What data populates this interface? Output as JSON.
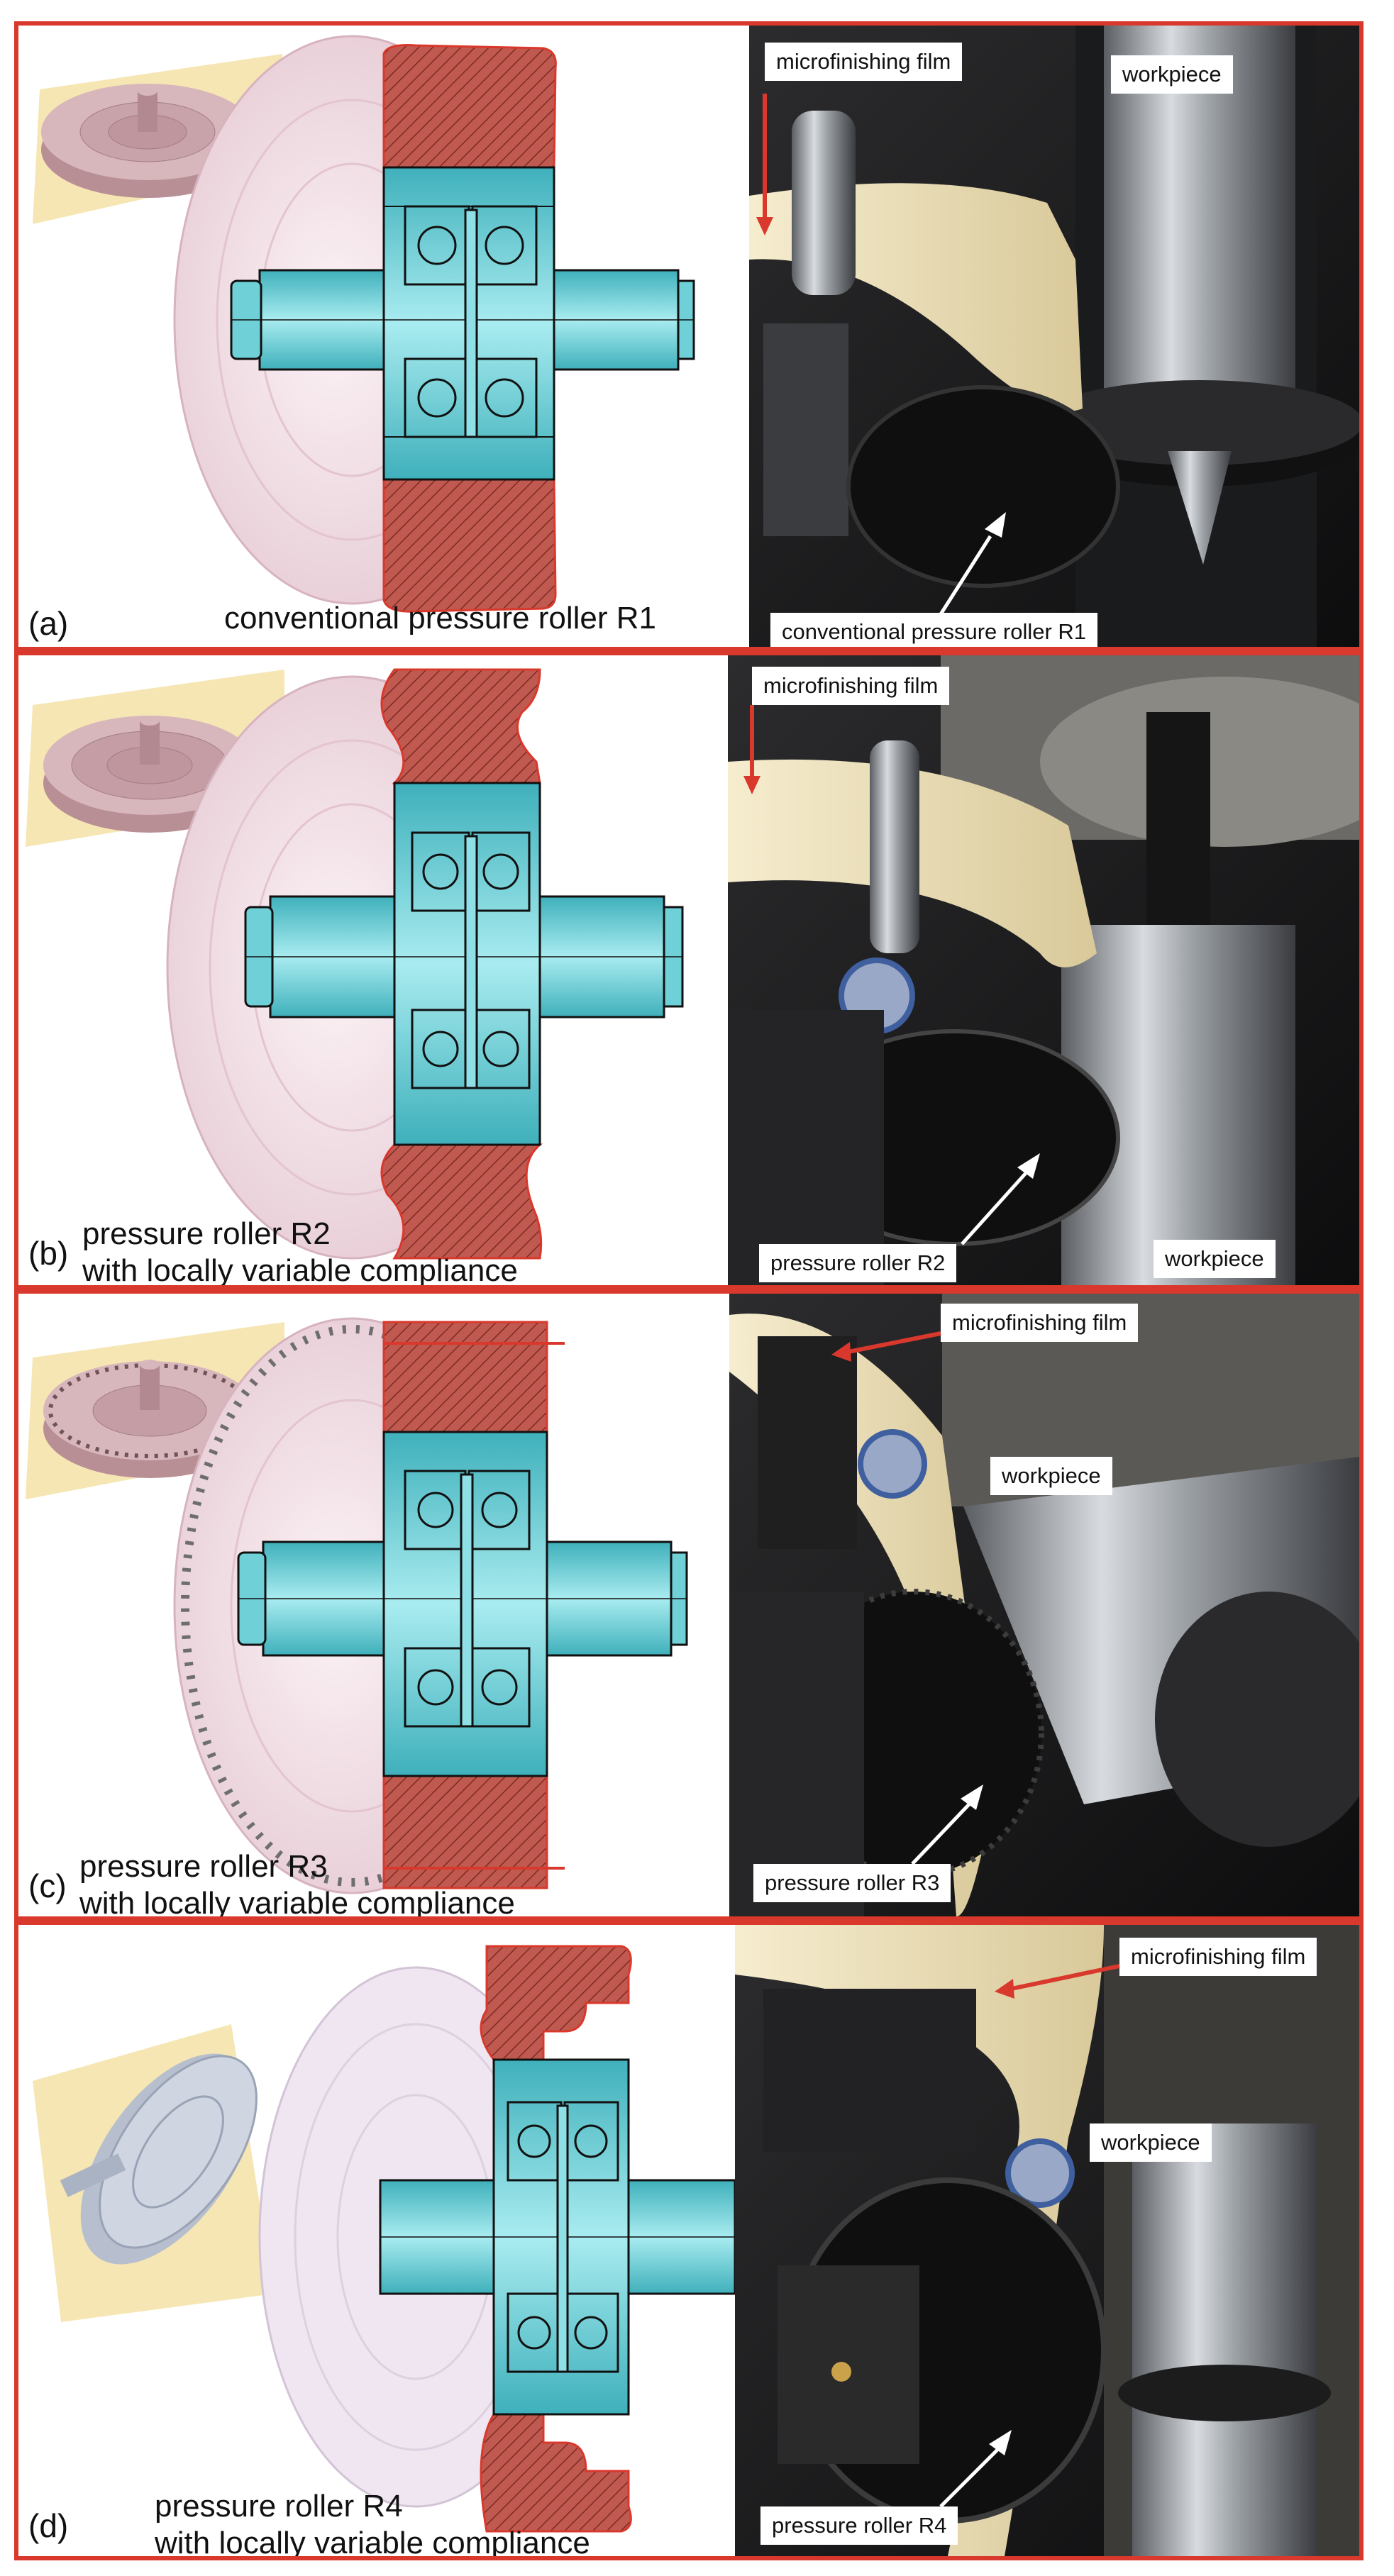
{
  "panels": [
    {
      "letter": "(a)",
      "caption_lines": [
        "conventional pressure roller R1"
      ],
      "labels": {
        "film": "microfinishing film",
        "workpiece": "workpiece",
        "roller": "conventional pressure roller R1"
      }
    },
    {
      "letter": "(b)",
      "caption_lines": [
        "pressure roller R2",
        "with locally variable compliance"
      ],
      "labels": {
        "film": "microfinishing film",
        "workpiece": "workpiece",
        "roller": "pressure roller R2"
      }
    },
    {
      "letter": "(c)",
      "caption_lines": [
        "pressure roller R3",
        "with locally variable compliance"
      ],
      "labels": {
        "film": "microfinishing film",
        "workpiece": "workpiece",
        "roller": "pressure roller R3"
      }
    },
    {
      "letter": "(d)",
      "caption_lines": [
        "pressure roller R4",
        "with locally variable compliance"
      ],
      "labels": {
        "film": "microfinishing film",
        "workpiece": "workpiece",
        "roller": "pressure roller R4"
      }
    }
  ],
  "colors": {
    "frame": "#d9382c",
    "bearing_housing": "#5fc8d0",
    "roller_body": "#f2dde4",
    "roller_red": "#c0594f",
    "film": "#efe3bf"
  }
}
